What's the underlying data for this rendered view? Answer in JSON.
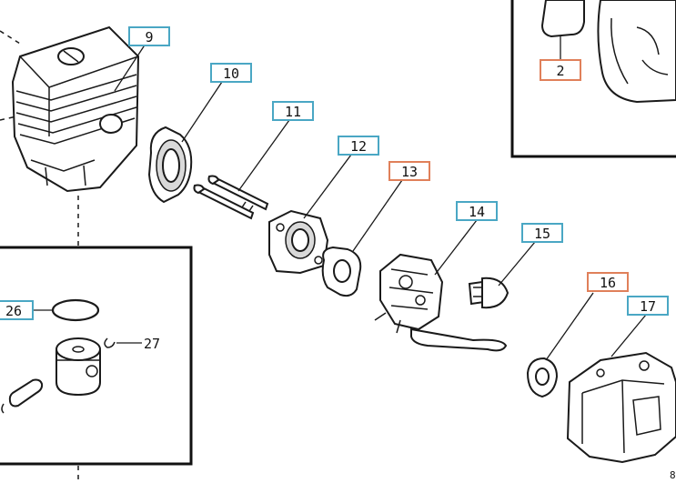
{
  "colors": {
    "callout_cyan": "#4aa7c4",
    "callout_orange": "#e0805a",
    "line": "#1a1a1a"
  },
  "callouts": [
    {
      "id": "9",
      "label": "9",
      "color": "cyan"
    },
    {
      "id": "10",
      "label": "10",
      "color": "cyan"
    },
    {
      "id": "11",
      "label": "11",
      "color": "cyan"
    },
    {
      "id": "12",
      "label": "12",
      "color": "cyan"
    },
    {
      "id": "13",
      "label": "13",
      "color": "orange"
    },
    {
      "id": "14",
      "label": "14",
      "color": "cyan"
    },
    {
      "id": "15",
      "label": "15",
      "color": "cyan"
    },
    {
      "id": "16",
      "label": "16",
      "color": "orange"
    },
    {
      "id": "17",
      "label": "17",
      "color": "cyan"
    },
    {
      "id": "2",
      "label": "2",
      "color": "orange"
    },
    {
      "id": "26",
      "label": "26",
      "color": "cyan"
    }
  ],
  "plain_labels": {
    "part_27": "27",
    "corner_fragment": "8"
  },
  "parts": [
    "cylinder",
    "intake-boot",
    "bolts",
    "carburetor-adapter",
    "gasket",
    "carburetor",
    "primer-bulb",
    "gasket-small",
    "air-filter-housing",
    "piston",
    "piston-ring",
    "piston-pin",
    "circlip"
  ]
}
